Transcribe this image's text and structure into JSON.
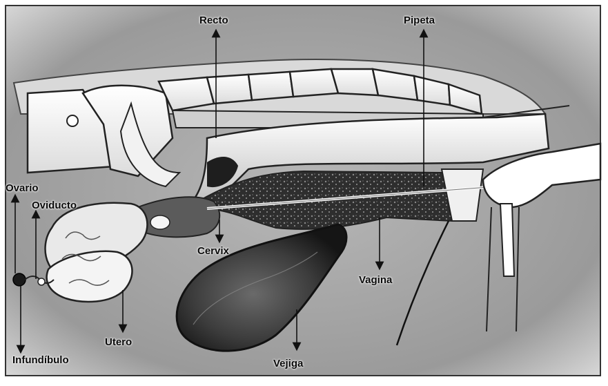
{
  "labels": {
    "recto": "Recto",
    "pipeta": "Pipeta",
    "ovario": "Ovario",
    "oviducto": "Oviducto",
    "cervix": "Cervix",
    "vagina": "Vagina",
    "utero": "Utero",
    "vejiga": "Vejiga",
    "infundibulo": "Infundíbulo"
  }
}
